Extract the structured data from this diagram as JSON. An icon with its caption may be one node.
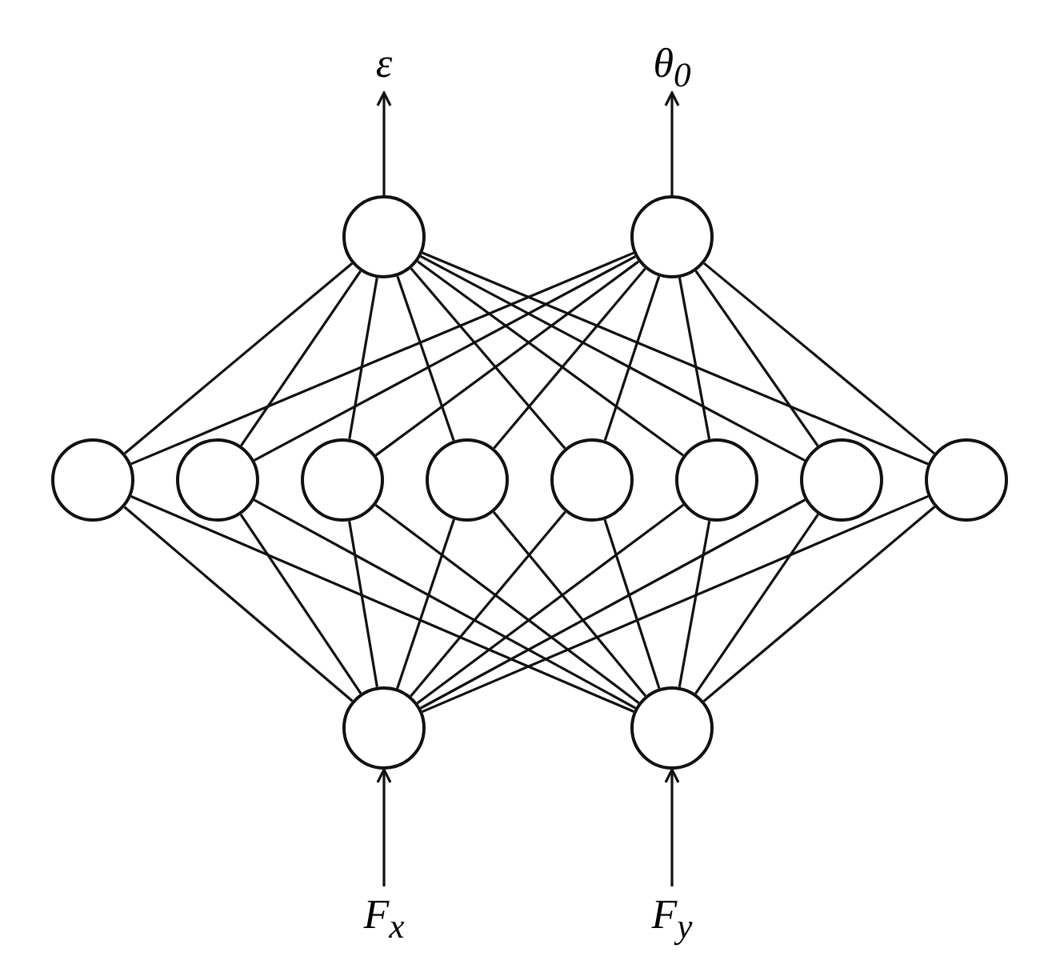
{
  "diagram": {
    "nodes": [
      {
        "text": [
          "ε"
        ]
      },
      {
        "text": [
          "θ$_{0}$"
        ]
      },
      {
        "text": [],
        "shape": "circle"
      },
      {
        "text": [],
        "shape": "circle"
      },
      {
        "text": [],
        "shape": "circle"
      },
      {
        "text": [],
        "shape": "circle"
      },
      {
        "text": [],
        "shape": "circle"
      },
      {
        "text": [],
        "shape": "circle"
      },
      {
        "text": [],
        "shape": "circle"
      },
      {
        "text": [],
        "shape": "circle"
      },
      {
        "text": [],
        "shape": "circle"
      },
      {
        "text": [],
        "shape": "circle"
      },
      {
        "text": [],
        "shape": "circle"
      },
      {
        "text": [],
        "shape": "circle"
      },
      {
        "text": [
          "F$_{x}$"
        ]
      },
      {
        "text": [
          "F$_{y}$"
        ]
      }
    ],
    "edges": [
      {
        "from": 2,
        "to": 0,
        "arrow": "to"
      },
      {
        "from": 3,
        "to": 1,
        "arrow": "to"
      },
      {
        "from": 4,
        "to": 2,
        "arrow": "none"
      },
      {
        "from": 4,
        "to": 3,
        "arrow": "none"
      },
      {
        "from": 5,
        "to": 2,
        "arrow": "none"
      },
      {
        "from": 5,
        "to": 3,
        "arrow": "none"
      },
      {
        "from": 6,
        "to": 2,
        "arrow": "none"
      },
      {
        "from": 6,
        "to": 3,
        "arrow": "none"
      },
      {
        "from": 7,
        "to": 2,
        "arrow": "none"
      },
      {
        "from": 7,
        "to": 3,
        "arrow": "none"
      },
      {
        "from": 8,
        "to": 2,
        "arrow": "none"
      },
      {
        "from": 8,
        "to": 3,
        "arrow": "none"
      },
      {
        "from": 9,
        "to": 2,
        "arrow": "none"
      },
      {
        "from": 9,
        "to": 3,
        "arrow": "none"
      },
      {
        "from": 10,
        "to": 2,
        "arrow": "none"
      },
      {
        "from": 10,
        "to": 3,
        "arrow": "none"
      },
      {
        "from": 11,
        "to": 2,
        "arrow": "none"
      },
      {
        "from": 11,
        "to": 3,
        "arrow": "none"
      },
      {
        "from": 12,
        "to": 4,
        "arrow": "none"
      },
      {
        "from": 12,
        "to": 5,
        "arrow": "none"
      },
      {
        "from": 12,
        "to": 6,
        "arrow": "none"
      },
      {
        "from": 12,
        "to": 7,
        "arrow": "none"
      },
      {
        "from": 12,
        "to": 8,
        "arrow": "none"
      },
      {
        "from": 12,
        "to": 9,
        "arrow": "none"
      },
      {
        "from": 12,
        "to": 10,
        "arrow": "none"
      },
      {
        "from": 12,
        "to": 11,
        "arrow": "none"
      },
      {
        "from": 13,
        "to": 4,
        "arrow": "none"
      },
      {
        "from": 13,
        "to": 5,
        "arrow": "none"
      },
      {
        "from": 13,
        "to": 6,
        "arrow": "none"
      },
      {
        "from": 13,
        "to": 7,
        "arrow": "none"
      },
      {
        "from": 13,
        "to": 8,
        "arrow": "none"
      },
      {
        "from": 13,
        "to": 9,
        "arrow": "none"
      },
      {
        "from": 13,
        "to": 10,
        "arrow": "none"
      },
      {
        "from": 13,
        "to": 11,
        "arrow": "none"
      },
      {
        "from": 14,
        "to": 12,
        "arrow": "to"
      },
      {
        "from": 15,
        "to": 13,
        "arrow": "to"
      }
    ]
  }
}
